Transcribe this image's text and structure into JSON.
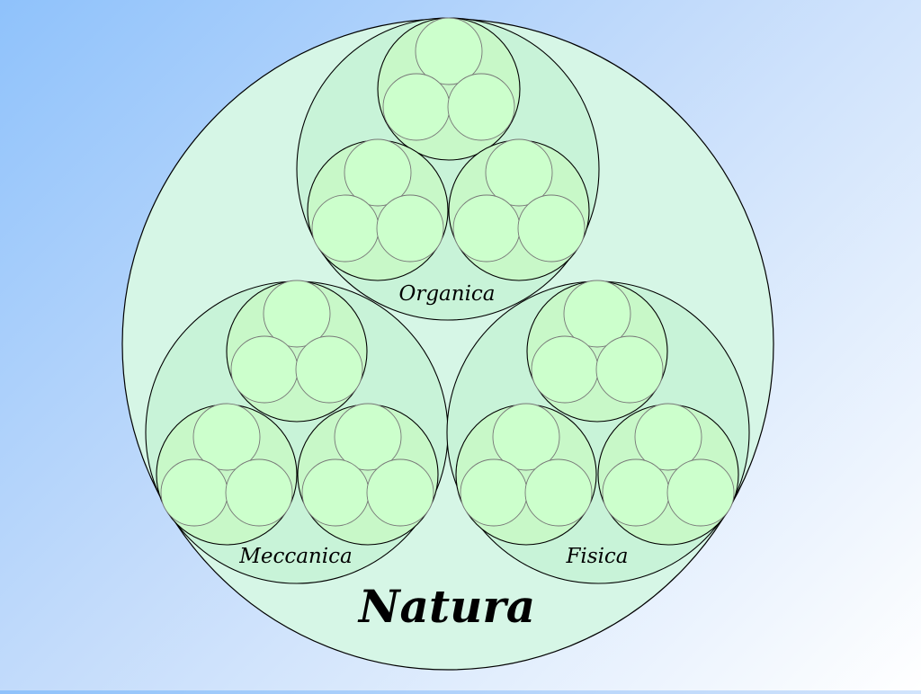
{
  "diagram": {
    "root": {
      "label": "Natura"
    },
    "groups": [
      {
        "label": "Organica"
      },
      {
        "label": "Meccanica"
      },
      {
        "label": "Fisica"
      }
    ],
    "colors": {
      "outer_fill": "#d6f6e6",
      "mid_fill": "#c8f3d8",
      "inner_fill": "#c8f8c8",
      "leaf_fill": "#ccffcc",
      "stroke": "#000000",
      "leaf_stroke": "#777777"
    }
  }
}
